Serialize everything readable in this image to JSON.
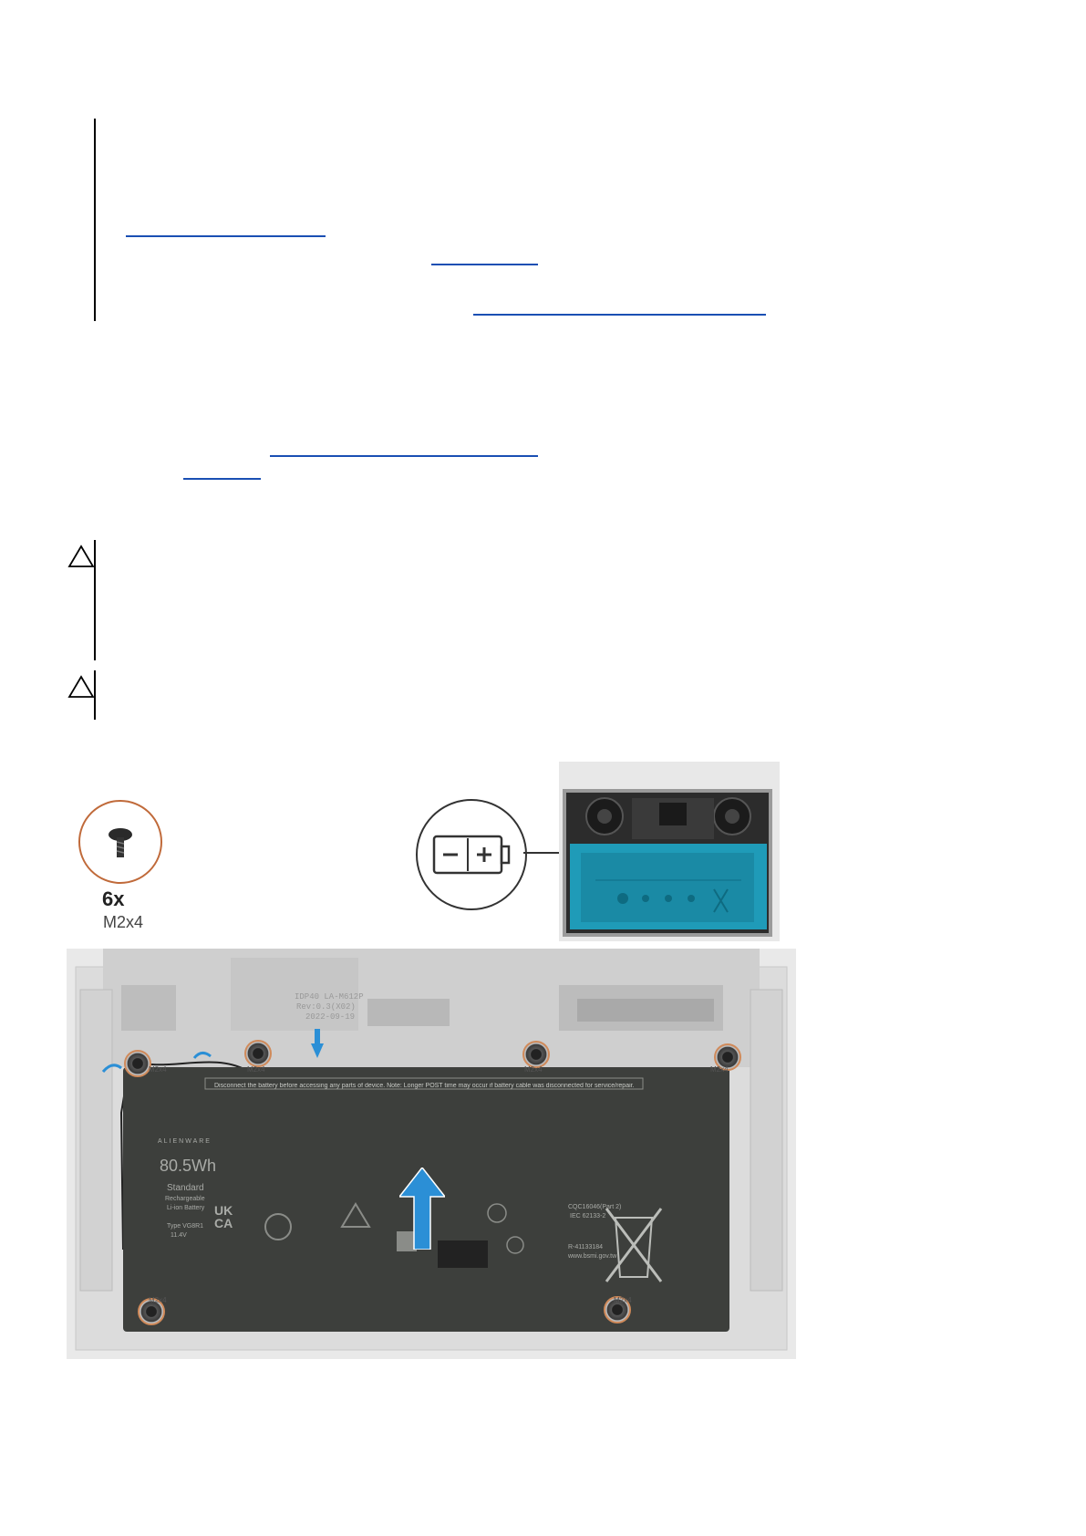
{
  "screw_callout": {
    "count": "6x",
    "type": "M2x4"
  },
  "battery_label": {
    "brand": "ALIENWARE",
    "capacity": "80.5Wh",
    "line1": "Standard",
    "line2": "Rechargeable",
    "line3": "Li-ion Battery",
    "type_line": "Type VG8R1",
    "voltage": "11.4V",
    "ukca": "UK CA",
    "warning": "Disconnect the battery before accessing any parts of device. Note: Longer POST time may occur if battery cable was disconnected for service/repair.",
    "cert_code": "CQC16046(Part 2)",
    "iec": "IEC 62133-2",
    "r_number": "R-41133184",
    "website": "www.bsmi.gov.tw"
  },
  "board_text": {
    "rev": "IDP40 LA-M612P",
    "rev2": "Rev:0.3(X02)",
    "date": "2022-09-19"
  },
  "screw_labels": [
    "M2x4",
    "M2x4",
    "M2x4",
    "M2x4",
    "M2x4",
    "M2x4"
  ],
  "colors": {
    "link": "#1a4fb3",
    "screw_ring": "#c06a3a",
    "battery_teal": "#1f9bb8",
    "arrow_blue": "#2b8fd6"
  },
  "icons": {
    "caution": "caution-triangle-icon",
    "battery": "battery-icon",
    "screw": "screw-icon",
    "lift_arrow": "lift-arrow-icon"
  }
}
